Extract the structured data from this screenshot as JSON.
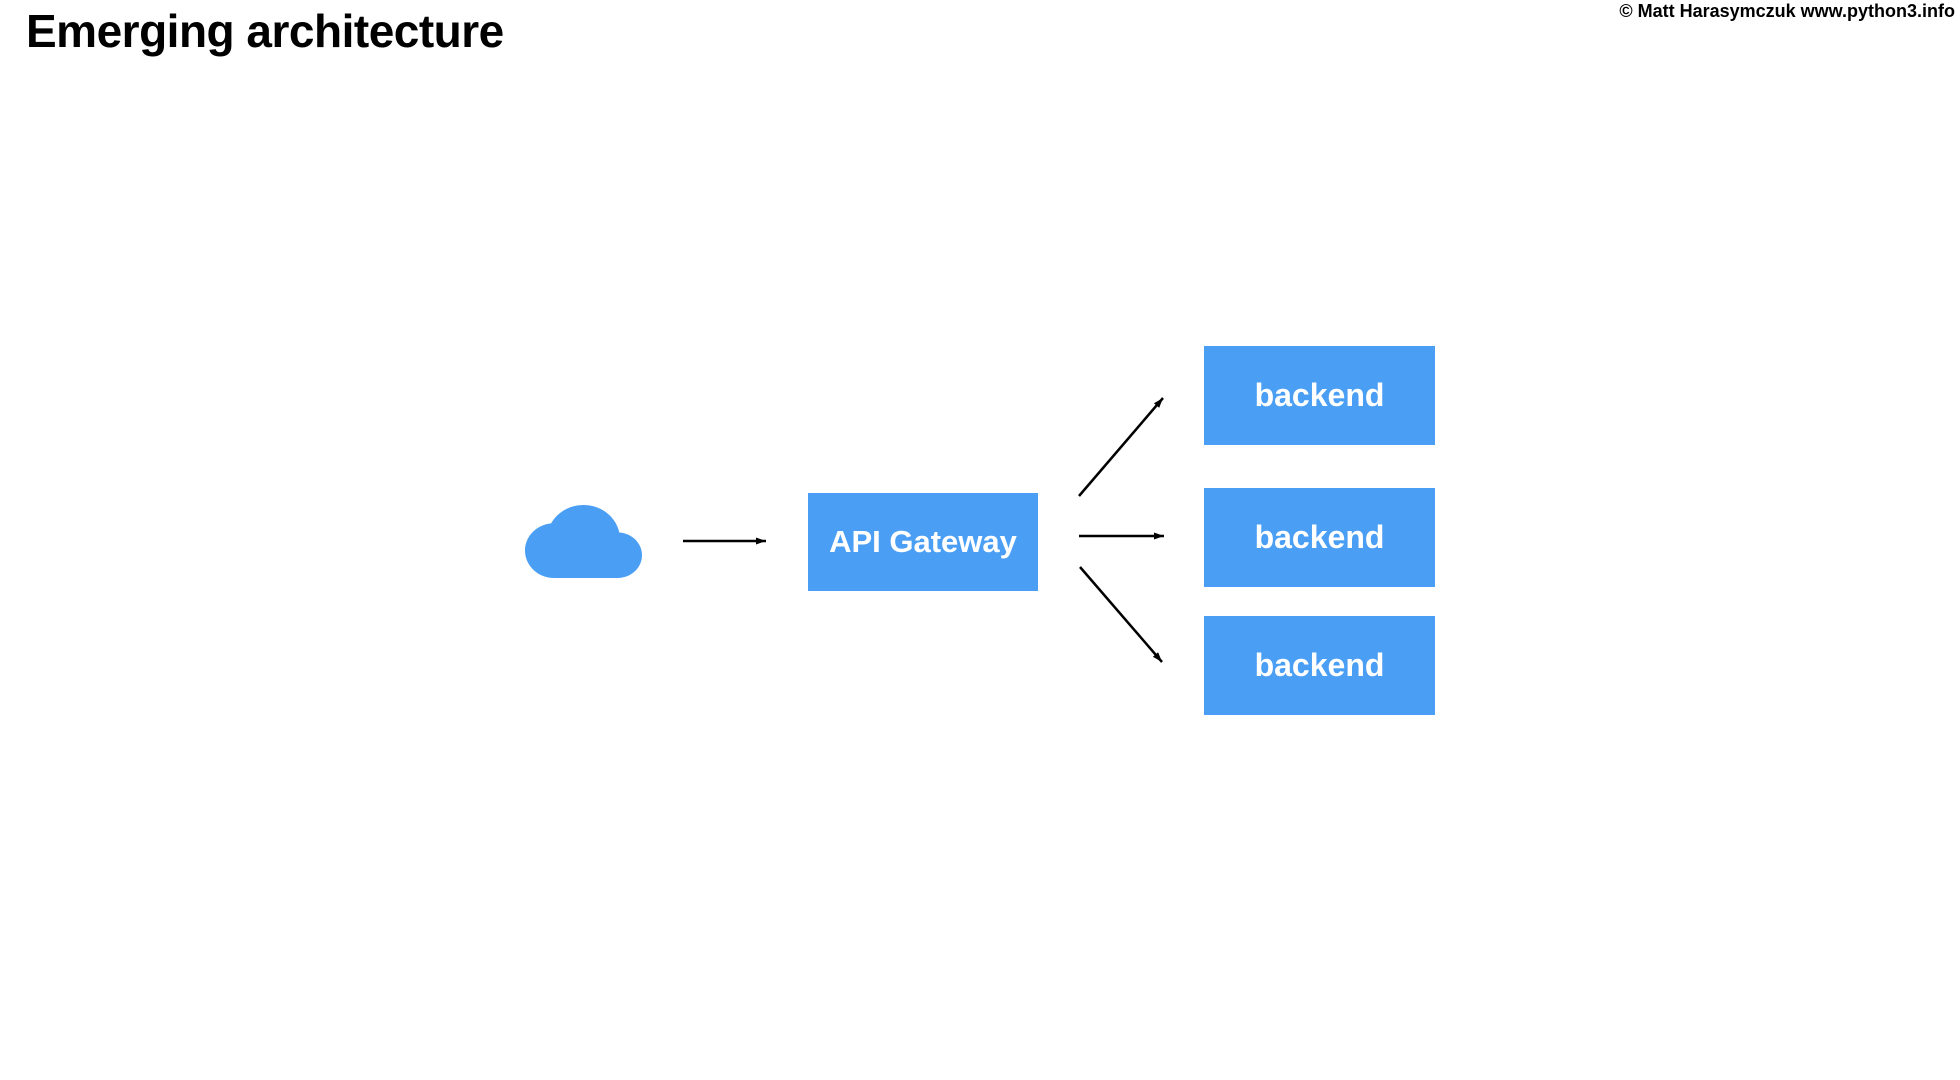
{
  "header": {
    "title": "Emerging architecture",
    "copyright": "© Matt Harasymczuk www.python3.info"
  },
  "colors": {
    "background": "#FFFFFF",
    "node_fill": "#4A9FF5",
    "node_text": "#FFFFFF",
    "arrow": "#000000",
    "title_text": "#000000"
  },
  "diagram": {
    "client": {
      "icon": "cloud-icon"
    },
    "gateway": {
      "label": "API Gateway"
    },
    "backends": [
      {
        "label": "backend"
      },
      {
        "label": "backend"
      },
      {
        "label": "backend"
      }
    ],
    "edges": [
      {
        "from": "client",
        "to": "api-gateway"
      },
      {
        "from": "api-gateway",
        "to": "backend-1"
      },
      {
        "from": "api-gateway",
        "to": "backend-2"
      },
      {
        "from": "api-gateway",
        "to": "backend-3"
      }
    ]
  }
}
